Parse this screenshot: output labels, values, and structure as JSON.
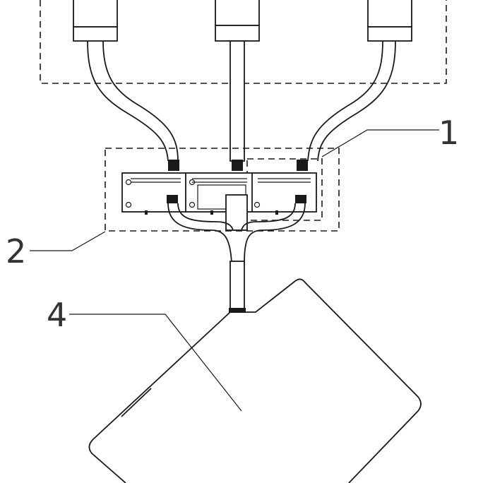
{
  "labels": {
    "one": "1",
    "two": "2",
    "four": "4"
  },
  "colors": {
    "stroke": "#1a1a1a",
    "background": "#ffffff"
  }
}
